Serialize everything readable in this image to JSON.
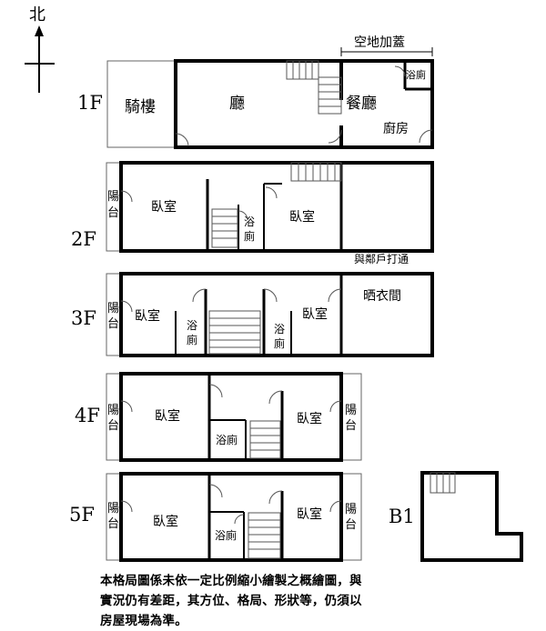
{
  "north": "北",
  "floors": {
    "f1": {
      "label": "1F",
      "arcade": "騎樓",
      "hall": "廳",
      "dining": "餐廳",
      "kitchen": "廚房",
      "bath": "浴廁",
      "extension": "空地加蓋"
    },
    "f2": {
      "label": "2F",
      "balcony": "陽台",
      "bedroom_left": "臥室",
      "bath": "浴廁",
      "bedroom_right": "臥室",
      "connect_note": "與鄰戶打通"
    },
    "f3": {
      "label": "3F",
      "balcony": "陽台",
      "bedroom_left": "臥室",
      "bath_left": "浴廁",
      "bath_right": "浴廁",
      "bedroom_right": "臥室",
      "drying_room": "晒衣間"
    },
    "f4": {
      "label": "4F",
      "balcony_left": "陽台",
      "bedroom_left": "臥室",
      "bath": "浴廁",
      "bedroom_right": "臥室",
      "balcony_right": "陽台"
    },
    "f5": {
      "label": "5F",
      "balcony_left": "陽台",
      "bedroom_left": "臥室",
      "bath": "浴廁",
      "bedroom_right": "臥室",
      "balcony_right": "陽台"
    },
    "b1": {
      "label": "B1"
    }
  },
  "disclaimer": {
    "line1": "本格局圖係未依一定比例縮小繪製之概繪圖，與",
    "line2": "實況仍有差距，其方位、格局、形狀等，仍須以",
    "line3": "房屋現場為準。"
  }
}
